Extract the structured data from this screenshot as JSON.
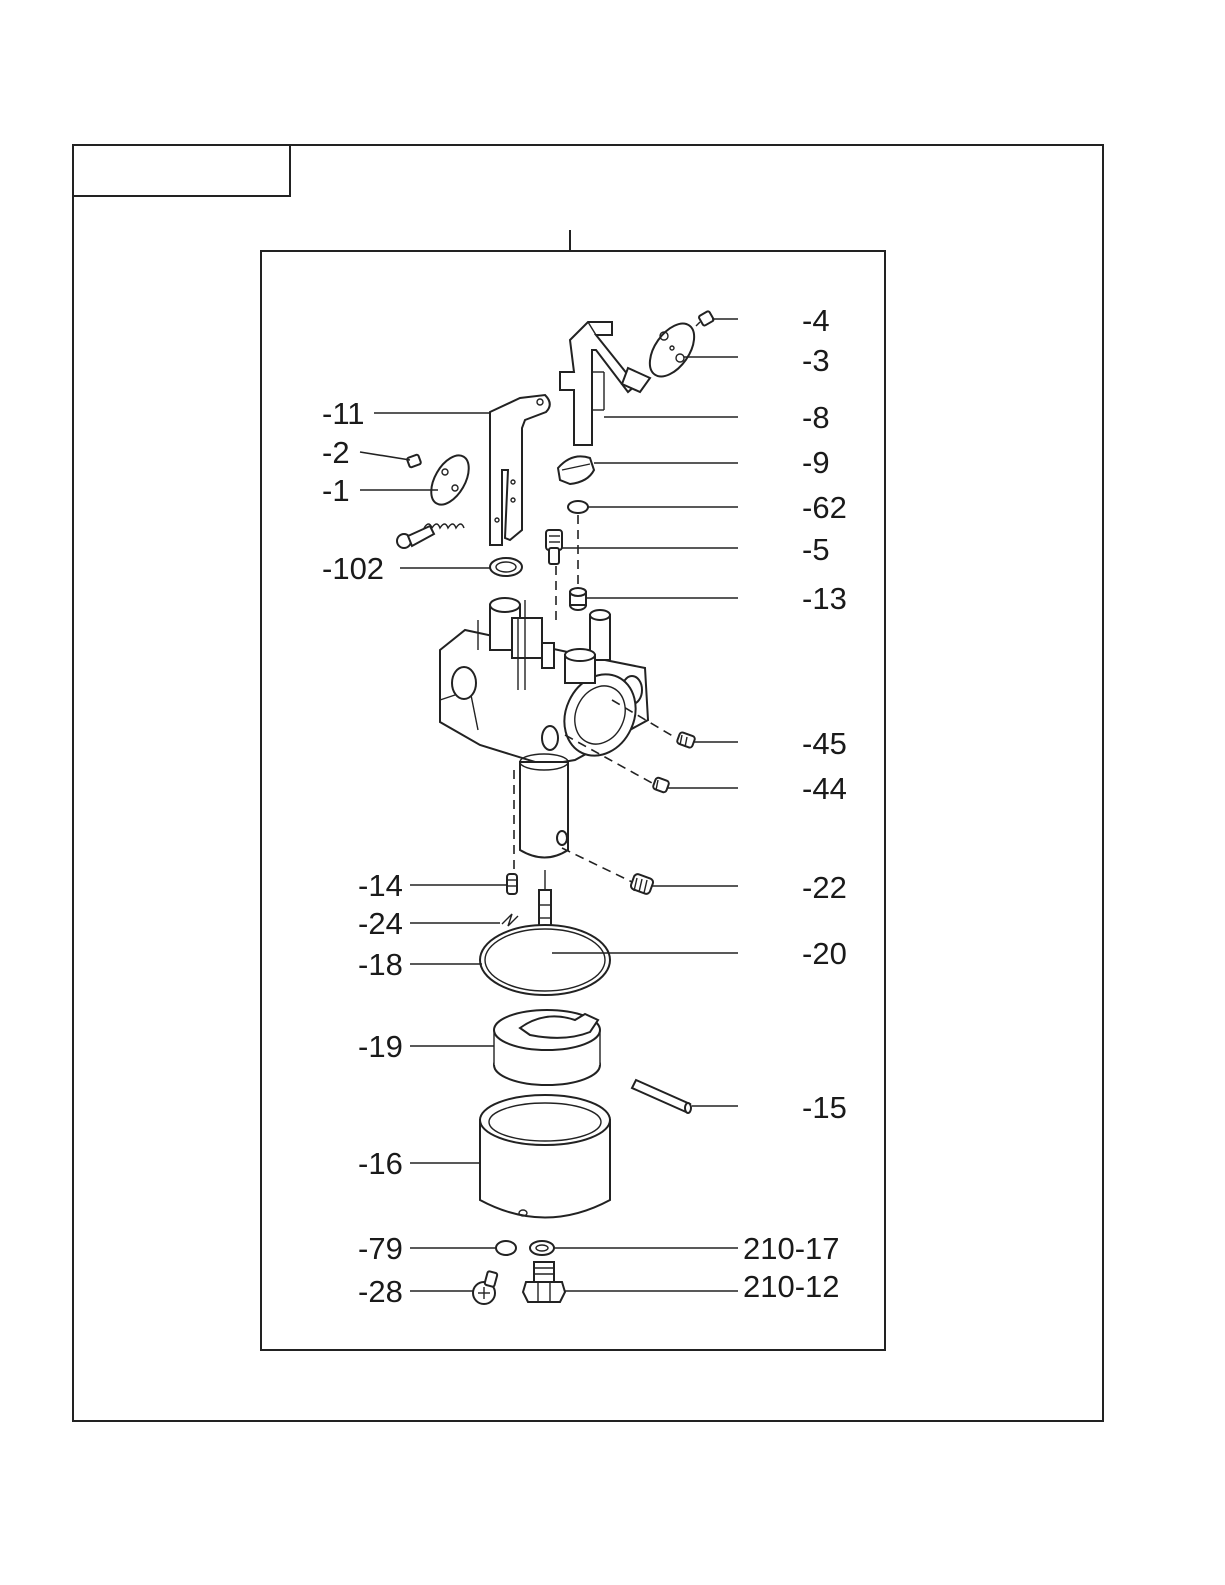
{
  "header_box_text": "",
  "labels": {
    "p4": "-4",
    "p3": "-3",
    "p8": "-8",
    "p9": "-9",
    "p62": "-62",
    "p5": "-5",
    "p13": "-13",
    "p45": "-45",
    "p44": "-44",
    "p22": "-22",
    "p20": "-20",
    "p15": "-15",
    "p210_17": "210-17",
    "p210_12": "210-12",
    "p11": "-11",
    "p2": "-2",
    "p1": "-1",
    "p102": "-102",
    "p14": "-14",
    "p24": "-24",
    "p18": "-18",
    "p19": "-19",
    "p16": "-16",
    "p79": "-79",
    "p28": "-28"
  },
  "colors": {
    "line": "#222222",
    "background": "#ffffff",
    "text": "#1a1a1a"
  }
}
